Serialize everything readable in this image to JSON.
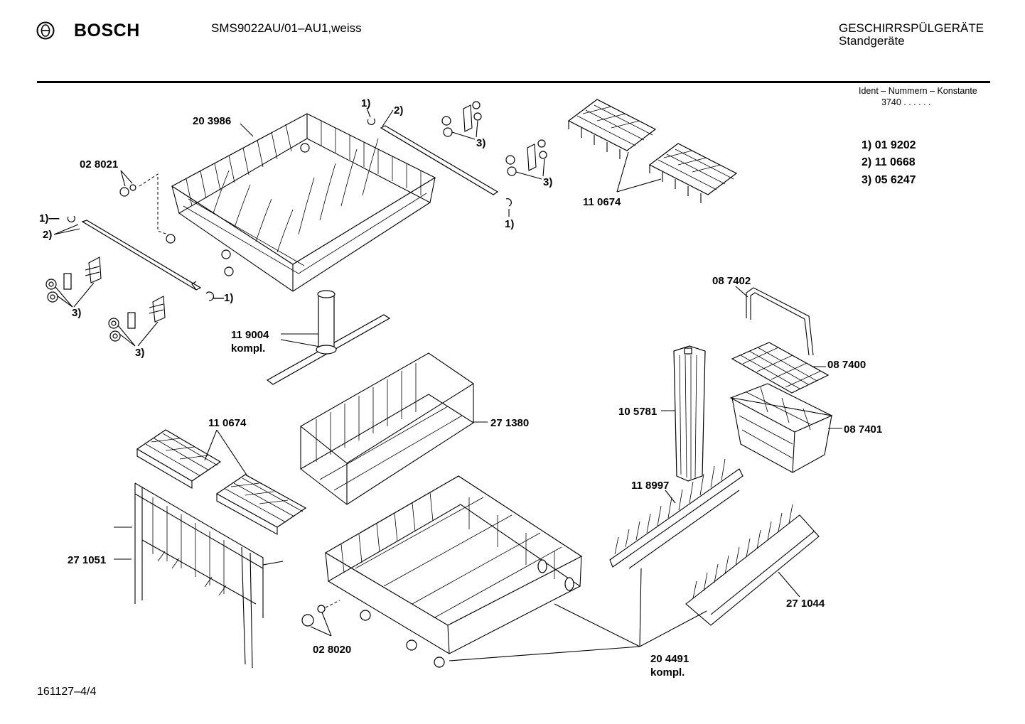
{
  "header": {
    "brand": "BOSCH",
    "model": "SMS9022AU/01–AU1,weiss",
    "category_line1": "GESCHIRRSPÜLGERÄTE",
    "category_line2": "Standgeräte",
    "ident_label": "Ident – Nummern – Konstante",
    "ident_value": "3740  .  .   .  .  .  ."
  },
  "legend": [
    {
      "key": "1)",
      "value": "01 9202"
    },
    {
      "key": "2)",
      "value": "11 0668"
    },
    {
      "key": "3)",
      "value": "05 6247"
    }
  ],
  "parts": {
    "p203986": "20 3986",
    "p028021": "02 8021",
    "p110674_top": "11 0674",
    "p119004": "11 9004",
    "p119004_b": "kompl.",
    "p087402": "08 7402",
    "p087400": "08 7400",
    "p105781": "10 5781",
    "p087401": "08 7401",
    "p110674_left": "11 0674",
    "p271380": "27 1380",
    "p118997": "11 8997",
    "p271051": "27 1051",
    "p271044": "27 1044",
    "p028020": "02 8020",
    "p204491": "20 4491",
    "p204491_b": "kompl."
  },
  "callouts": {
    "c1a": "1)",
    "c2a": "2)",
    "c3a": "3)",
    "c3b": "3)",
    "c1b": "1)",
    "c1c": "1)—",
    "c2c": "2)",
    "c3c": "3)",
    "c3d": "3)",
    "c1d": "—1)"
  },
  "footer": {
    "drawing_number": "161127–4/4"
  }
}
